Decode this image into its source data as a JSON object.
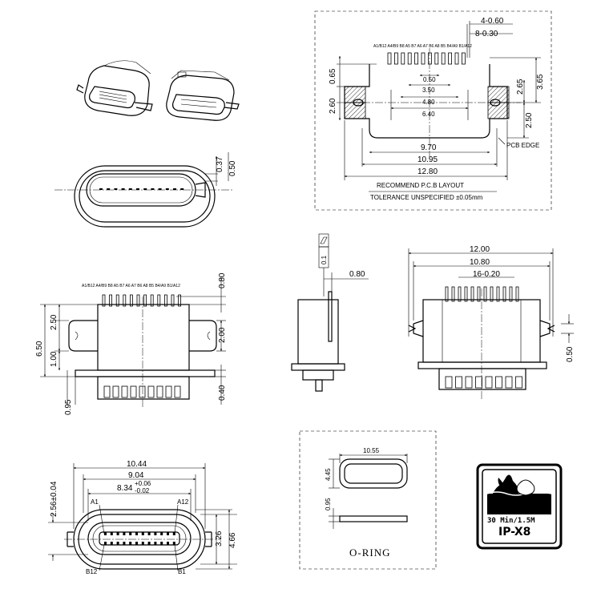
{
  "pcb_layout": {
    "dim_pitch_count": "4-0.60",
    "dim_slot_count": "8-0.30",
    "pin_labels": "A1/B12 A4/B9 B8 A5 B7 A6 A7 B6 A8 B5 B4/A9 B1/A12",
    "dim_050": "0.50",
    "dim_350": "3.50",
    "dim_480": "4.80",
    "dim_640": "6.40",
    "dim_970": "9.70",
    "dim_1095": "10.95",
    "dim_1280": "12.80",
    "dim_065": "0.65",
    "dim_260": "2.60",
    "dim_365": "3.65",
    "dim_265": "2.65",
    "dim_250": "2.50",
    "pcb_edge": "PCB EDGE",
    "title": "RECOMMEND P.C.B LAYOUT",
    "tolerance": "TOLERANCE UNSPECIFIED ±0.05mm"
  },
  "top_view": {
    "dim_037": "0.37",
    "dim_050": "0.50"
  },
  "front_view": {
    "pin_labels": "A1/B12 A4/B9 B8 A5 B7 A6 A7 B6 A8 B5 B4/A9 B1/A12",
    "dim_080": "0.80",
    "dim_250": "2.50",
    "dim_650": "6.50",
    "dim_200": "2.00",
    "dim_100": "1.00",
    "dim_040": "0.40",
    "dim_095": "0.95"
  },
  "side_view": {
    "flatness_value": "0.1",
    "dim_080": "0.80"
  },
  "rear_view": {
    "dim_1200": "12.00",
    "dim_1080": "10.80",
    "dim_pins": "16-0.20",
    "dim_050": "0.50"
  },
  "face_view": {
    "dim_1044": "10.44",
    "dim_904": "9.04",
    "dim_834": "8.34",
    "tol_plus": "+0.06",
    "tol_minus": "-0.02",
    "dim_256": "2.56±0.04",
    "dim_326": "3.26",
    "dim_466": "4.66",
    "a1": "A1",
    "a12": "A12",
    "b12": "B12",
    "b1": "B1"
  },
  "oring": {
    "dim_1055": "10.55",
    "dim_445": "4.45",
    "dim_095": "0.95",
    "label": "O-RING"
  },
  "ip_badge": {
    "condition": "30 Min/1.5M",
    "rating": "IP-X8"
  }
}
